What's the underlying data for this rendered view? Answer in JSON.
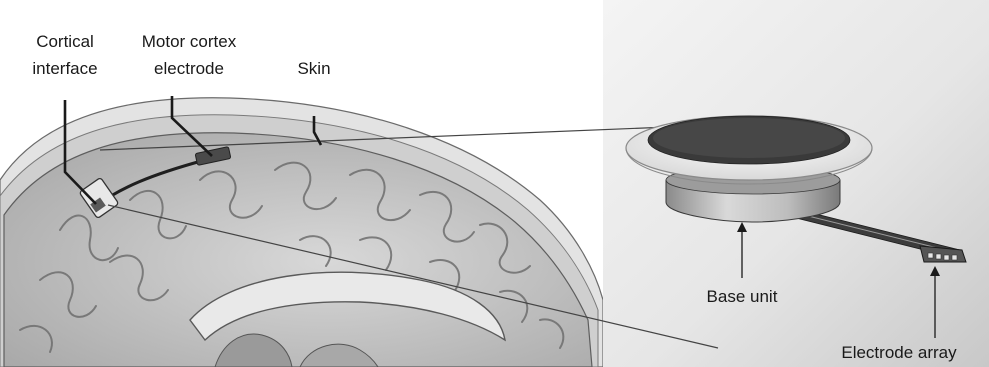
{
  "labels": {
    "cortical_interface_line1": "Cortical",
    "cortical_interface_line2": "interface",
    "motor_cortex_line1": "Motor cortex",
    "motor_cortex_line2": "electrode",
    "skin": "Skin",
    "base_unit": "Base unit",
    "electrode_array": "Electrode array"
  },
  "colors": {
    "background": "#ffffff",
    "panel_light": "#f2f2f2",
    "panel_dark": "#cfcfcf",
    "brain_tissue": "#c9c9c9",
    "cap_dark": "#3a3a3a",
    "cap_rim": "#f4f4f4",
    "text": "#1a1a1a"
  }
}
